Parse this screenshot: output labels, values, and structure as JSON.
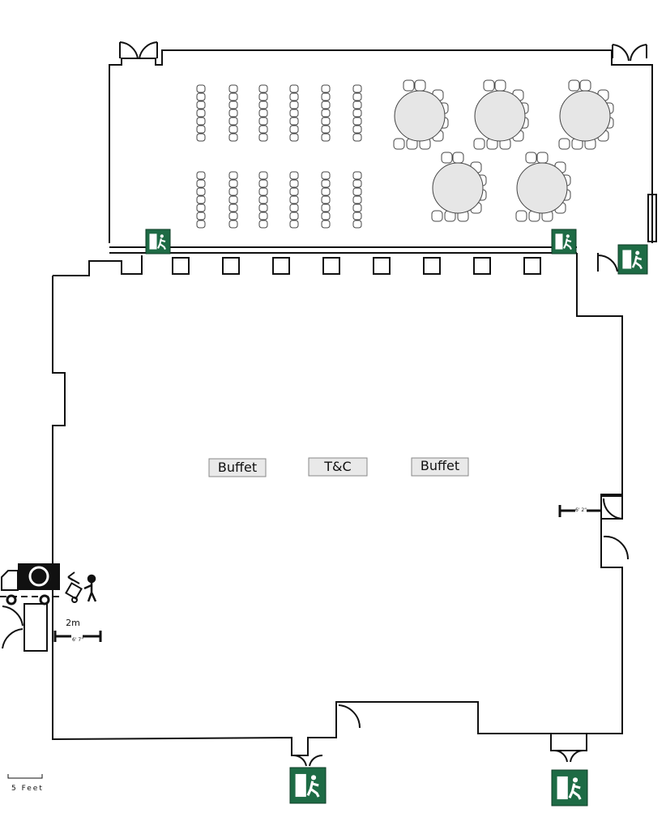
{
  "stations": [
    {
      "label": "Buffet"
    },
    {
      "label": "T&C"
    },
    {
      "label": "Buffet"
    }
  ],
  "loading_dock": {
    "width_label": "2m",
    "width_imperial": "6' 7\""
  },
  "side_door": {
    "width_imperial": "6' 2\""
  },
  "scale": {
    "label": "5 Feet"
  },
  "colors": {
    "exit_sign": "#1e6b45",
    "table_fill": "#e6e6e6",
    "station_fill": "#e9e9e9"
  },
  "icons": [
    "exit-sign-icon",
    "truck-icon",
    "hand-truck-icon",
    "person-icon"
  ]
}
